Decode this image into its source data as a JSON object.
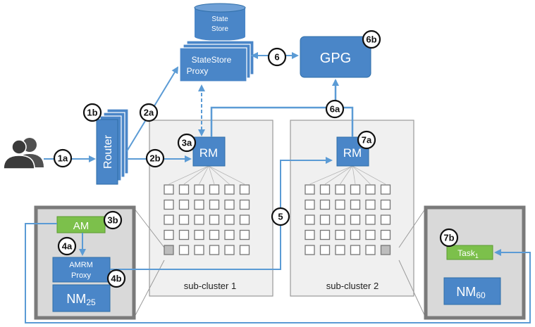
{
  "colors": {
    "blue_box": "#4a86c8",
    "blue_stroke": "#2f6ea8",
    "arrow": "#5b9bd5",
    "green": "#7cc04b",
    "panel_gray": "#f0f0f0",
    "dark_gray_border": "#7a7a7a",
    "cell_border": "#777777"
  },
  "nodes": {
    "state_store": "State Store",
    "statestore_proxy": "StateStore Proxy",
    "gpg": "GPG",
    "router": "Router",
    "rm1": "RM",
    "rm2": "RM",
    "am": "AM",
    "amrm_proxy": "AMRM Proxy",
    "nm25_base": "NM",
    "nm25_sub": "25",
    "task_base": "Task",
    "task_sub": "1",
    "nm60_base": "NM",
    "nm60_sub": "60"
  },
  "clusters": {
    "sub1": "sub-cluster 1",
    "sub2": "sub-cluster 2"
  },
  "badges": {
    "b1a": "1a",
    "b1b": "1b",
    "b2a": "2a",
    "b2b": "2b",
    "b3a": "3a",
    "b3b": "3b",
    "b4a": "4a",
    "b4b": "4b",
    "b5": "5",
    "b6": "6",
    "b6a": "6a",
    "b6b": "6b",
    "b7a": "7a",
    "b7b": "7b"
  },
  "icons": {
    "users": "users-icon"
  }
}
